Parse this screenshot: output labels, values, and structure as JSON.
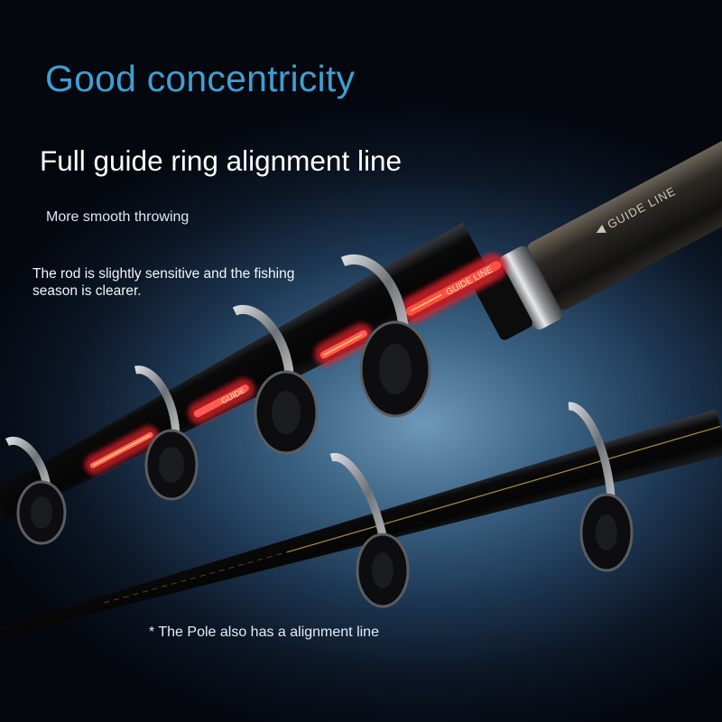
{
  "headline": "Good concentricity",
  "subhead": "Full guide ring alignment line",
  "tagline": "More smooth throwing",
  "note": "The rod is slightly sensitive and the fishing season is clearer.",
  "footnote": "* The Pole also has a alignment line",
  "colors": {
    "headline": "#3f9fd3",
    "alignment_line_glow": "#e0242c",
    "gold_line": "#d6b04a"
  }
}
